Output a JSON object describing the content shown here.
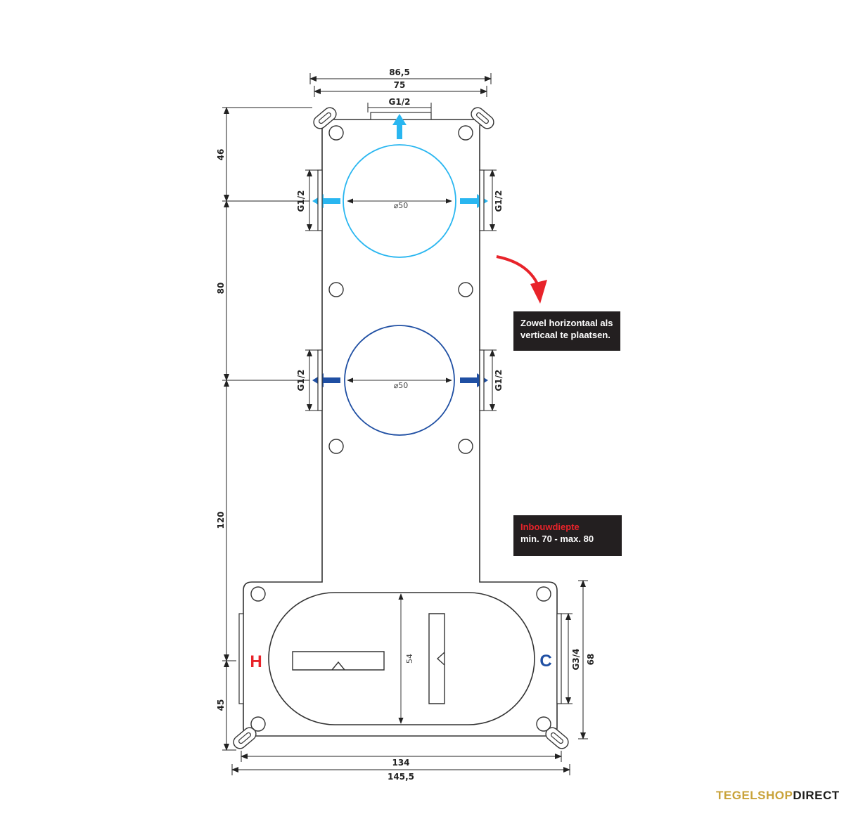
{
  "dimensions": {
    "top_outer_width": "86,5",
    "top_inner_width": "75",
    "top_outlet": "G1/2",
    "left_top_height": "46",
    "left_mid_height": "80",
    "left_low_height": "120",
    "left_bottom_height": "45",
    "side_outlet_upper_left": "G1/2",
    "side_outlet_upper_right": "G1/2",
    "side_outlet_lower_left": "G1/2",
    "side_outlet_lower_right": "G1/2",
    "circle_upper_diameter": "⌀50",
    "circle_lower_diameter": "⌀50",
    "box_inner_height": "54",
    "right_inlet": "G3/4",
    "right_outer_height": "68",
    "bottom_inner_width": "134",
    "bottom_outer_width": "145,5"
  },
  "labels": {
    "hot": "H",
    "cold": "C"
  },
  "callouts": {
    "orientation_line1": "Zowel horizontaal als",
    "orientation_line2": "verticaal te plaatsen.",
    "depth_line1": "Inbouwdiepte",
    "depth_line2": "min. 70 - max. 80"
  },
  "brand": {
    "part1": "TEGELSHOP",
    "part2": "DIRECT"
  },
  "colors": {
    "light_blue": "#29b6f0",
    "dark_blue": "#1f4fa3",
    "hot_red": "#e8232a",
    "cold_blue": "#1f4fa3",
    "arrow_red": "#e8232a",
    "outline": "#333333"
  }
}
